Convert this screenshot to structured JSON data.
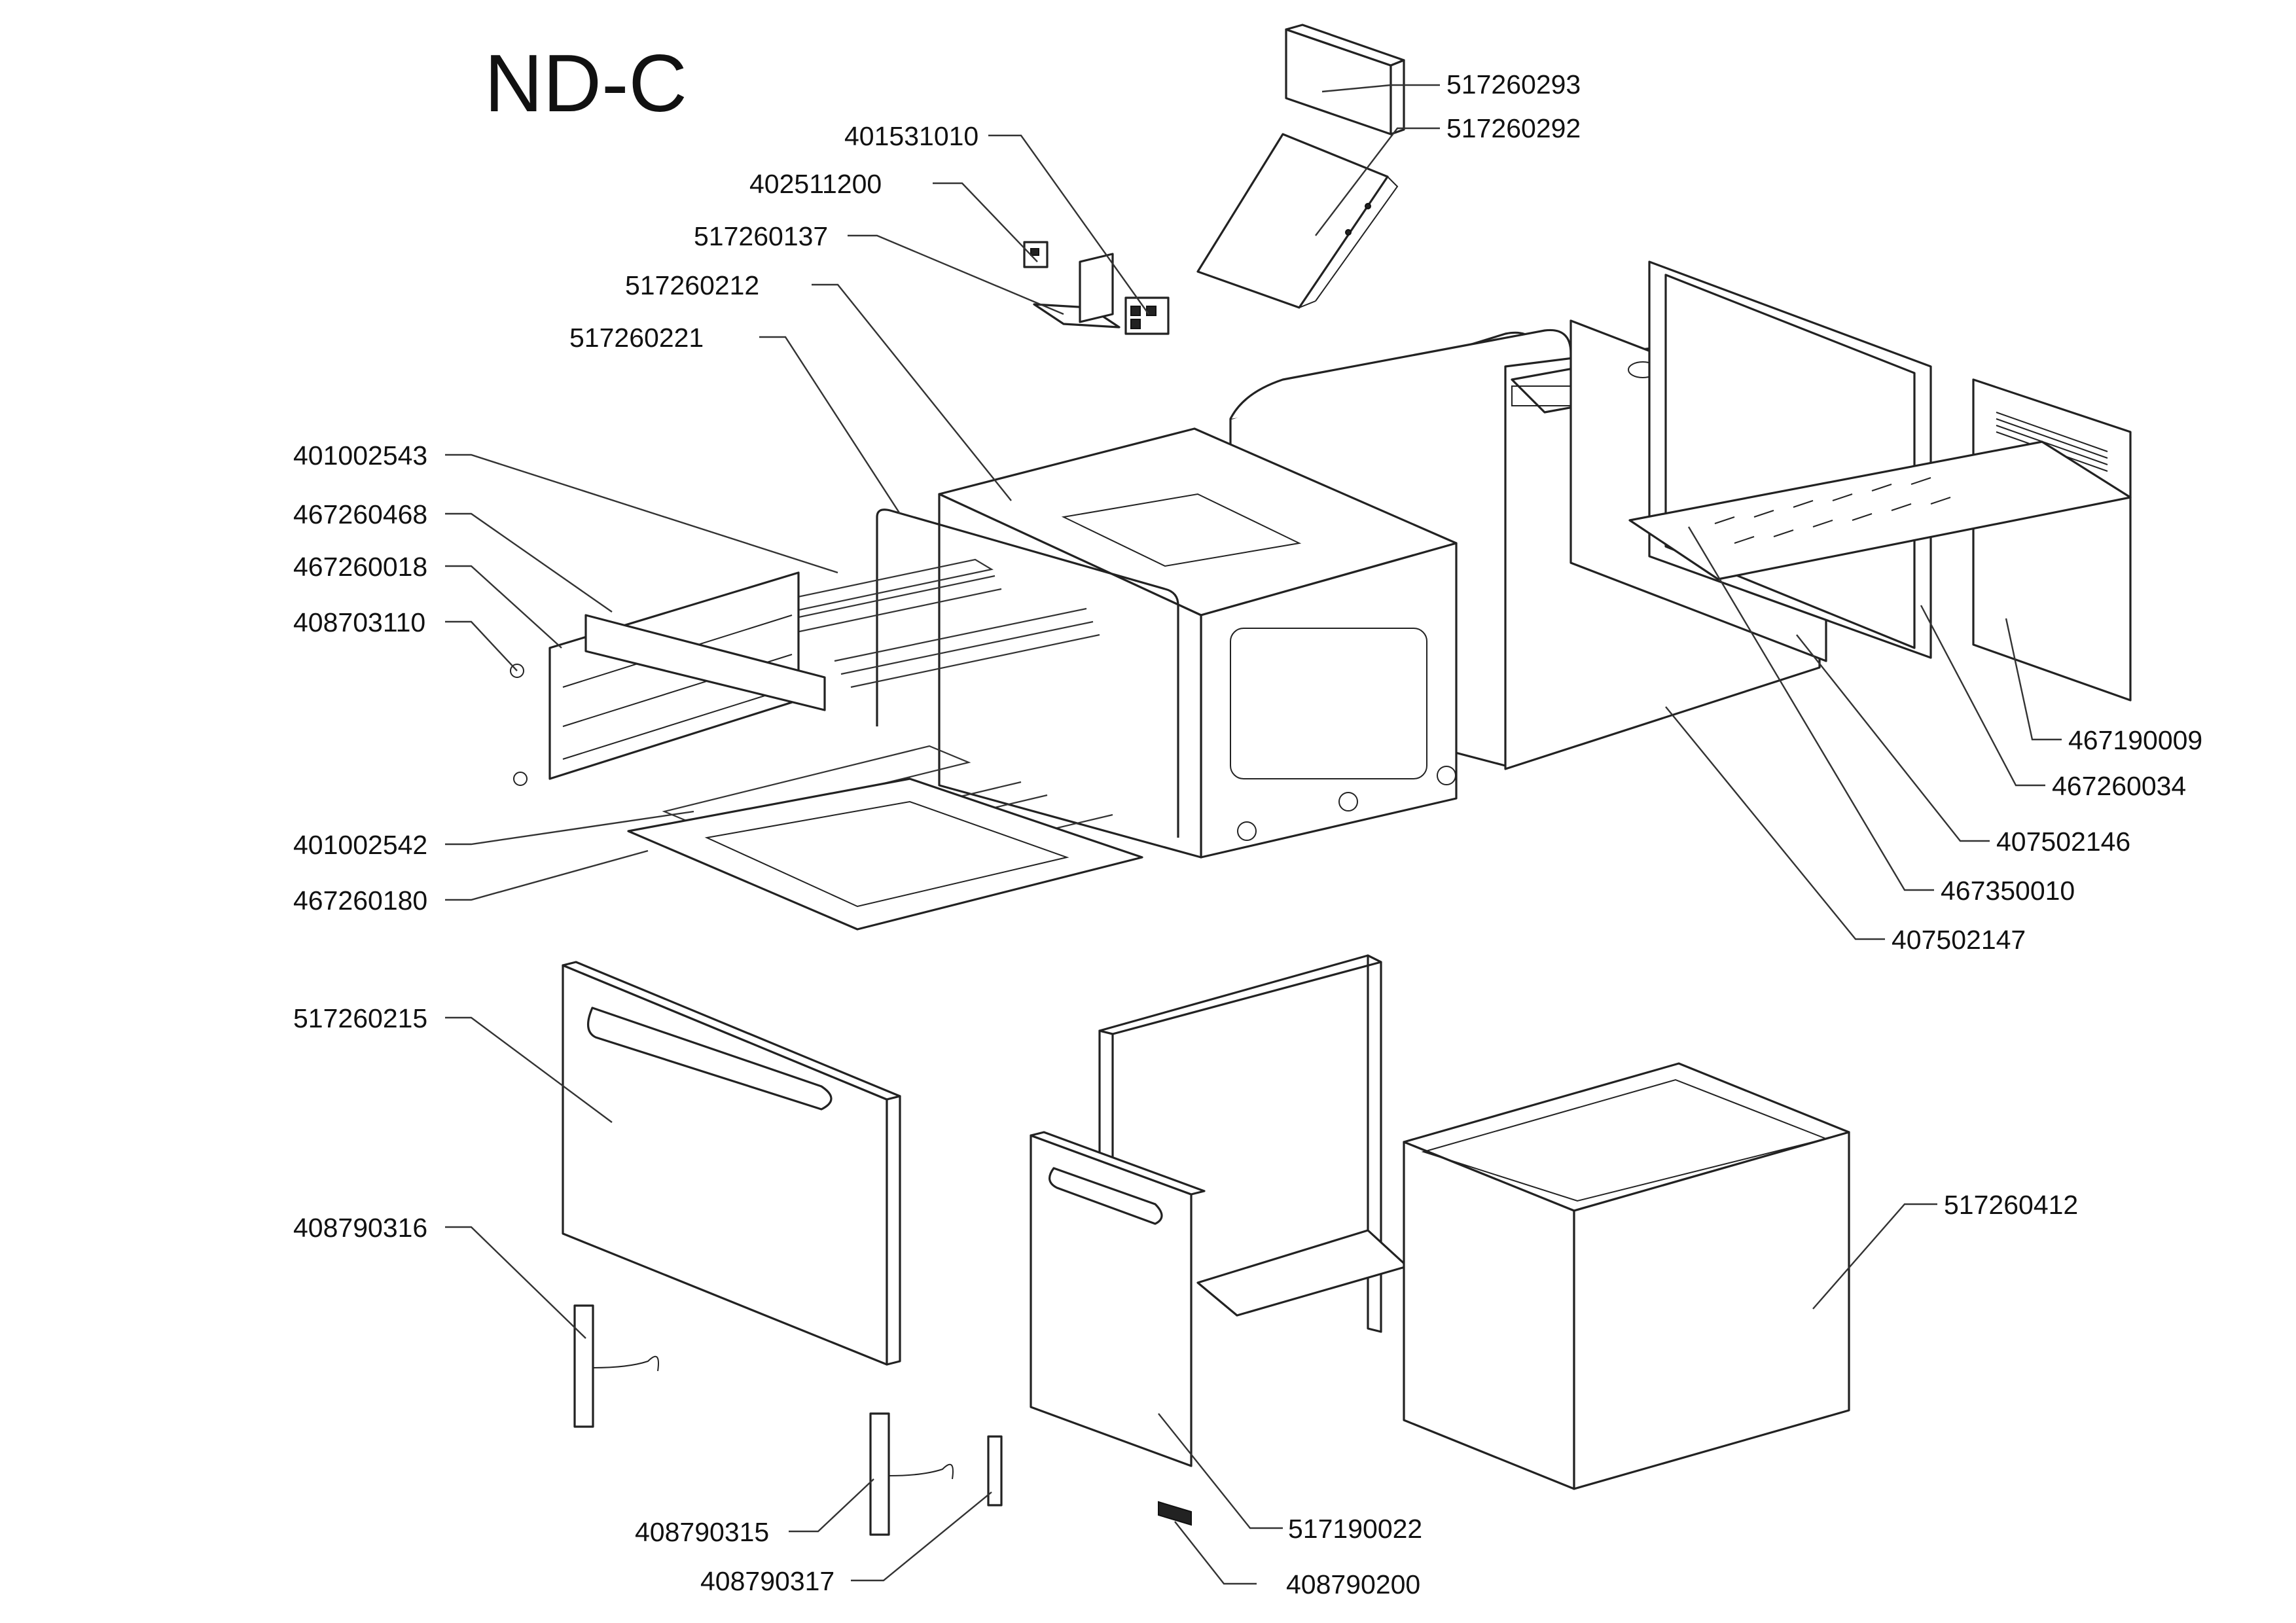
{
  "title": "ND-C",
  "parts": [
    {
      "id": "p01",
      "number": "517260293"
    },
    {
      "id": "p02",
      "number": "517260292"
    },
    {
      "id": "p03",
      "number": "401531010"
    },
    {
      "id": "p04",
      "number": "402511200"
    },
    {
      "id": "p05",
      "number": "517260137"
    },
    {
      "id": "p06",
      "number": "517260212"
    },
    {
      "id": "p07",
      "number": "517260221"
    },
    {
      "id": "p08",
      "number": "401002543"
    },
    {
      "id": "p09",
      "number": "467260468"
    },
    {
      "id": "p10",
      "number": "467260018"
    },
    {
      "id": "p11",
      "number": "408703110"
    },
    {
      "id": "p12",
      "number": "401002542"
    },
    {
      "id": "p13",
      "number": "467260180"
    },
    {
      "id": "p14",
      "number": "517260215"
    },
    {
      "id": "p15",
      "number": "408790316"
    },
    {
      "id": "p16",
      "number": "408790315"
    },
    {
      "id": "p17",
      "number": "408790317"
    },
    {
      "id": "p18",
      "number": "408790200"
    },
    {
      "id": "p19",
      "number": "517190022"
    },
    {
      "id": "p20",
      "number": "517260412"
    },
    {
      "id": "p21",
      "number": "467190009"
    },
    {
      "id": "p22",
      "number": "467260034"
    },
    {
      "id": "p23",
      "number": "407502146"
    },
    {
      "id": "p24",
      "number": "467350010"
    },
    {
      "id": "p25",
      "number": "407502147"
    }
  ]
}
